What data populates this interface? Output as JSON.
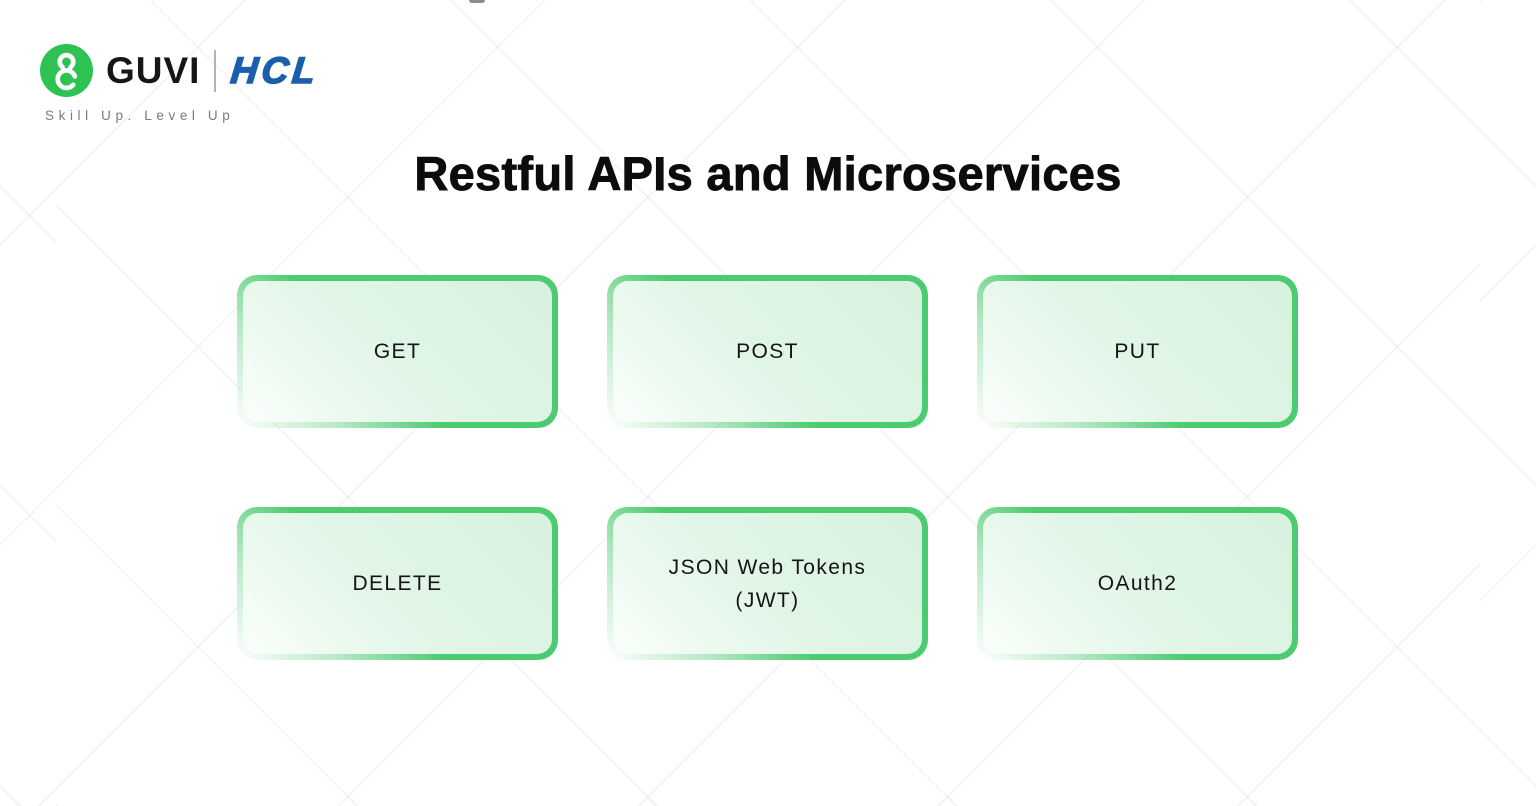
{
  "brand": {
    "guvi": "GUVI",
    "hcl": "HCL",
    "tagline": "Skill Up. Level Up"
  },
  "title": "Restful APIs and Microservices",
  "cards": [
    {
      "id": "get",
      "lines": [
        "GET"
      ]
    },
    {
      "id": "post",
      "lines": [
        "POST"
      ]
    },
    {
      "id": "put",
      "lines": [
        "PUT"
      ]
    },
    {
      "id": "delete",
      "lines": [
        "DELETE"
      ]
    },
    {
      "id": "jwt",
      "lines": [
        "JSON Web Tokens",
        "(JWT)"
      ]
    },
    {
      "id": "oauth2",
      "lines": [
        "OAuth2"
      ]
    }
  ],
  "colors": {
    "guvi_green": "#2ec253",
    "hcl_blue": "#1a5fad",
    "card_border_green": "#4dcb70",
    "card_fill_green": "#e0f5e6",
    "title_black": "#0c0c0c",
    "tagline_gray": "#7b7b7b"
  }
}
